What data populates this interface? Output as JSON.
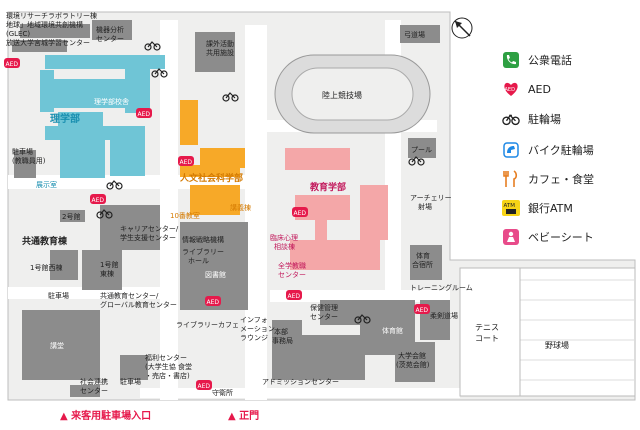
{
  "legend": {
    "phone": "公衆電話",
    "aed": "AED",
    "bicycle": "駐輪場",
    "bike": "バイク駐輪場",
    "cafe": "カフェ・食堂",
    "atm": "銀行ATM",
    "baby": "ベビーシート"
  },
  "entrances": {
    "visitor_parking": "▲ 来客用駐車場入口",
    "main_gate": "▲ 正門"
  },
  "aed_text": "AED",
  "atm_text": "ATM",
  "labels": {
    "env_center": "環境リサーチラボラトリー棟",
    "env_center2": "地球」地域環境共創機構",
    "env_center3": "(GLEC)",
    "env_center4": "放送大学宮城学習センター",
    "instrument_center": "機器分析",
    "instrument_center2": "センター",
    "outdoor_center": "課外活動",
    "outdoor_center2": "共用施設",
    "jogging_field": "弓道場",
    "science": "理学部",
    "science_school": "理学部校舎",
    "exhibition": "展示室",
    "bike_lot": "駐車場",
    "bike_lot2": "(教職員用)",
    "athletics": "陸上競技場",
    "humanities": "人文社会科学部",
    "lecture_hall": "講義棟",
    "room10": "10番教室",
    "education": "教育学部",
    "pool": "プール",
    "archery": "アーチェリー",
    "archery2": "射場",
    "clinical_psych": "臨床心理",
    "clinical_psych2": "相談棟",
    "edu_center": "全学教職",
    "edu_center2": "センター",
    "gym2": "体育",
    "gym2b": "合宿所",
    "training": "トレーニングルーム",
    "building2": "2号館",
    "common_edu": "共通教育棟",
    "career": "キャリアセンター/",
    "career2": "学生支援センター",
    "library_org": "情報戦略機構",
    "library_hall": "ライブラリー",
    "library_hall2": "ホール",
    "library": "図書館",
    "west1": "1号館西棟",
    "east1": "1号館",
    "east1b": "東棟",
    "parking": "駐車場",
    "global_center": "共通教育センター/",
    "global_center2": "グローバル教育センター",
    "library_cafe": "ライブラリーカフェ",
    "info_lounge": "インフォ",
    "info_lounge2": "メーション",
    "info_lounge3": "ラウンジ",
    "health": "保健管理",
    "health2": "センター",
    "gymnasium": "体育館",
    "judo": "柔剣道場",
    "tennis": "テニス",
    "tennis2": "コート",
    "baseball": "野球場",
    "admin": "本部",
    "admin2": "事務局",
    "auditorium": "講堂",
    "welfare": "福利センター",
    "welfare2": "(大学生協 食堂",
    "welfare3": "・売店・書店)",
    "guard": "守衛所",
    "admission": "アドミッションセンター",
    "coop": "大学会館",
    "coop2": "(茨苑会館)",
    "community": "社会連携",
    "community2": "センター",
    "parking2": "駐車場"
  }
}
